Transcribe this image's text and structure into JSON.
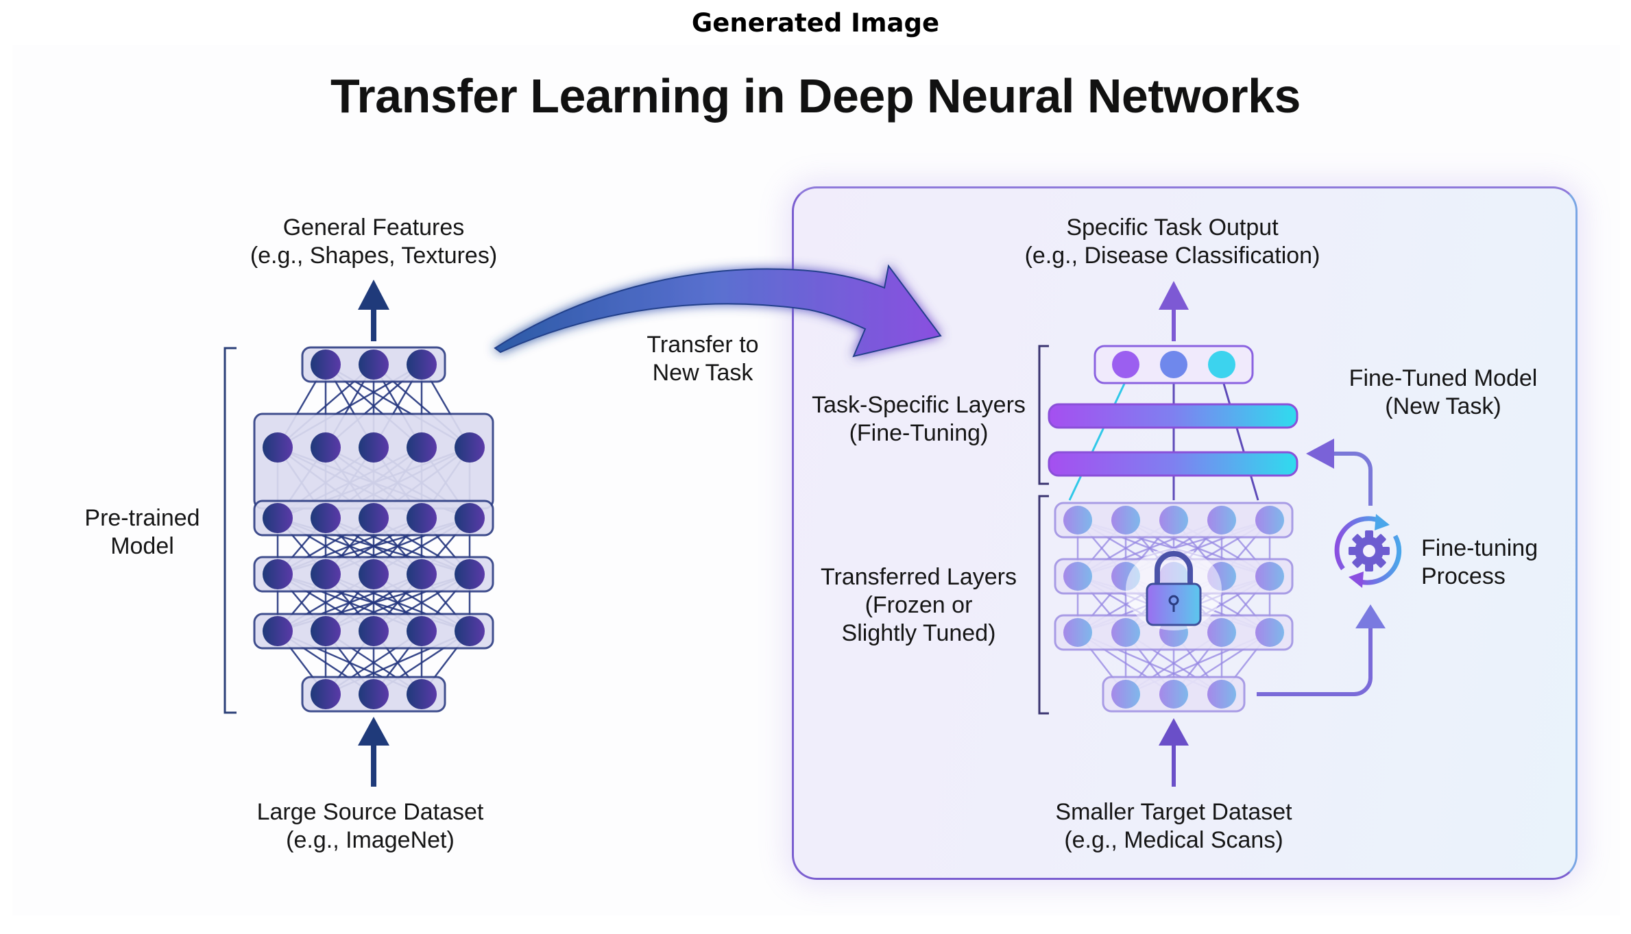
{
  "figure_header": "Generated Image",
  "title": "Transfer Learning in Deep Neural Networks",
  "colors": {
    "source_dark": "#1f3a7a",
    "source_purple": "#5a3aa8",
    "target_purple": "#9b5ff0",
    "target_cyan": "#30d8ee",
    "frozen_blue": "#78aee8",
    "panel_border": "#7b5fd0"
  },
  "source_model": {
    "output_label": [
      "General Features",
      "(e.g., Shapes, Textures)"
    ],
    "bracket_label": [
      "Pre-trained",
      "Model"
    ],
    "input_label": [
      "Large Source Dataset",
      "(e.g., ImageNet)"
    ],
    "layers_node_counts": [
      3,
      5,
      5,
      5,
      5,
      3
    ]
  },
  "transfer_arrow": {
    "label": [
      "Transfer to",
      "New Task"
    ]
  },
  "target_model": {
    "output_label": [
      "Specific Task Output",
      "(e.g., Disease Classification)"
    ],
    "task_layers_label": [
      "Task-Specific Layers",
      "(Fine-Tuning)"
    ],
    "transferred_layers_label": [
      "Transferred Layers",
      "(Frozen or",
      "Slightly Tuned)"
    ],
    "model_label": [
      "Fine-Tuned Model",
      "(New Task)"
    ],
    "process_label": [
      "Fine-tuning",
      "Process"
    ],
    "input_label": [
      "Smaller Target Dataset",
      "(e.g., Medical Scans)"
    ],
    "output_node_count": 3,
    "dense_bar_count": 2,
    "frozen_layers_node_counts": [
      5,
      5,
      5,
      3
    ],
    "icons": [
      "lock-icon",
      "gear-cycle-icon"
    ]
  }
}
